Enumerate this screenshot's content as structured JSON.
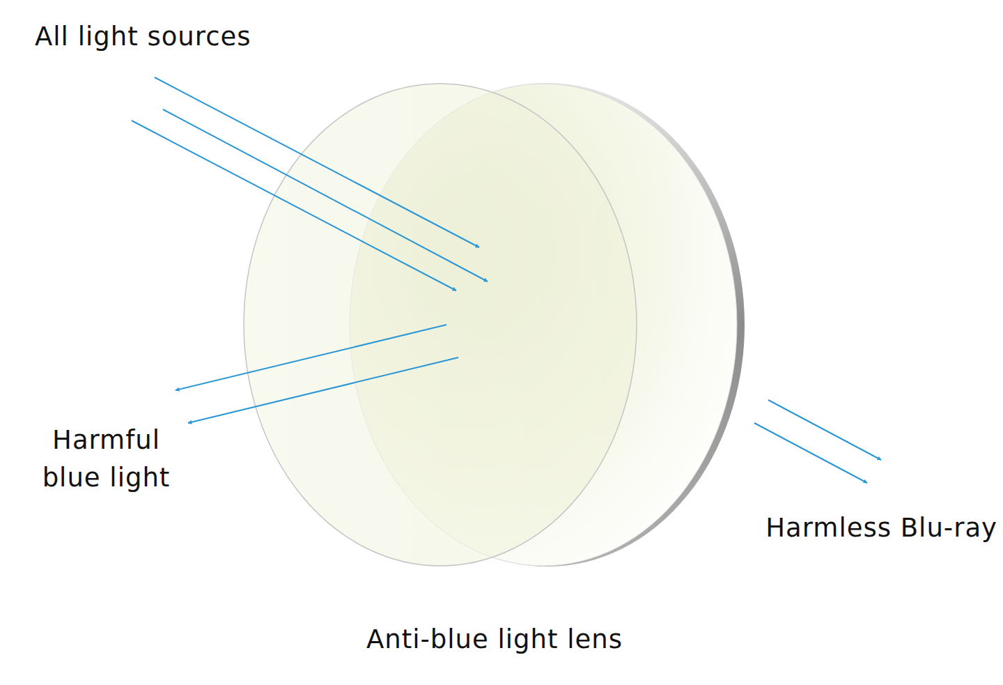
{
  "diagram": {
    "labels": [
      "All light sources",
      "Harmful blue light",
      "Harmless Blu-ray",
      "Anti-blue light lens"
    ]
  }
}
